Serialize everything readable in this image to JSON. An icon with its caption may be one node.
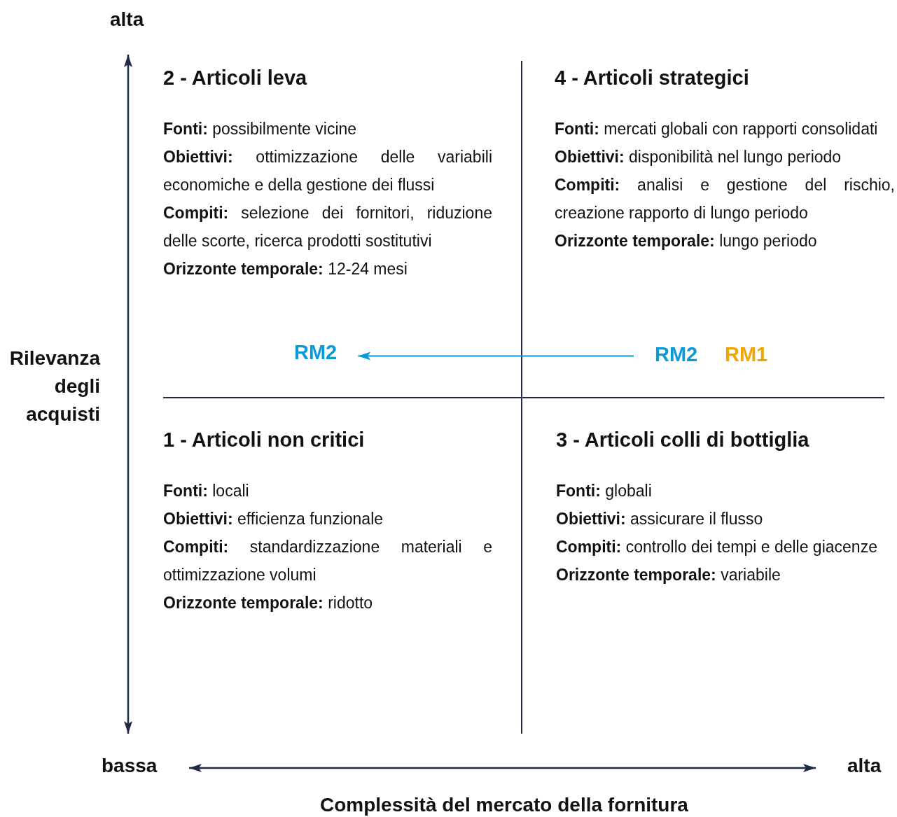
{
  "diagram": {
    "nodes": [
      {
        "text": [
          "RM2"
        ]
      },
      {
        "text": [
          "RM2"
        ]
      }
    ],
    "edges": [
      {
        "from": 1,
        "to": 0,
        "arrow": "to",
        "color": "#0a9ad8"
      }
    ],
    "labels": [
      "alta",
      "2 - Articoli leva",
      "**Fonti:** possibilmente vicine",
      "**Obiettivi:** ottimizzazione delle variabili economiche e della gestione dei flussi",
      "**Compiti:** selezione dei fornitori, riduzione delle scorte, ricerca prodotti sostitutivi",
      "**Orizzonte temporale:** 12-24 mesi",
      "4 - Articoli strategici",
      "**Fonti:** mercati globali con rapporti consolidati",
      "**Obiettivi:** disponibilità nel lungo periodo",
      "**Compiti:** analisi e gestione del rischio, creazione rapporto di lungo periodo",
      "**Orizzonte temporale:** lungo periodo",
      "Rilevanza degli acquisti",
      "RM1",
      "1 - Articoli non critici",
      "**Fonti:** locali",
      "**Obiettivi:** efficienza funzionale",
      "**Compiti:** standardizzazione materiali e ottimizzazione volumi",
      "**Orizzonte temporale:** ridotto",
      "3 - Articoli colli di bottiglia",
      "**Fonti:** globali",
      "**Obiettivi:** assicurare il flusso",
      "**Compiti:** controllo dei tempi e delle giacenze",
      "**Orizzonte temporale:** variabile",
      "bassa",
      "alta",
      "Complessità del mercato della fornitura"
    ]
  }
}
